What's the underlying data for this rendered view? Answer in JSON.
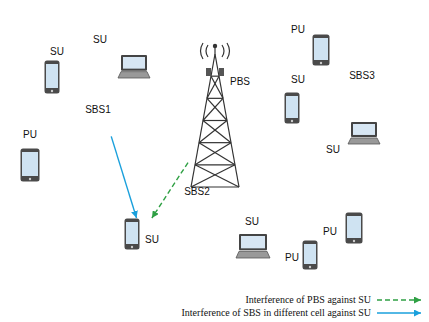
{
  "diagram": {
    "nodes": [
      {
        "text": [
          "SBS1"
        ]
      },
      {
        "text": [
          "SU"
        ],
        "in": 0
      },
      {
        "text": [
          "SU"
        ],
        "in": 0
      },
      {
        "text": [
          "PU"
        ]
      },
      {
        "text": [
          "PBS"
        ]
      },
      {
        "text": [
          "SBS3"
        ]
      },
      {
        "text": [
          "SU"
        ],
        "in": 5
      },
      {
        "text": [
          "SU"
        ],
        "in": 5
      },
      {
        "text": [
          "PU"
        ]
      },
      {
        "text": [
          "SBS2"
        ]
      },
      {
        "text": [
          "SU"
        ],
        "in": 9
      },
      {
        "text": [
          "SU"
        ],
        "in": 9
      },
      {
        "text": [
          "PU"
        ]
      },
      {
        "text": [
          "PU"
        ]
      }
    ],
    "edges": [
      {
        "from": 4,
        "to": 10,
        "arrow": "to"
      },
      {
        "from": 0,
        "to": 10,
        "arrow": "to"
      }
    ],
    "legend": [
      {
        "text": "Interference of PBS against SU"
      },
      {
        "text": "Interference of SBS in different cell against SU"
      }
    ]
  }
}
